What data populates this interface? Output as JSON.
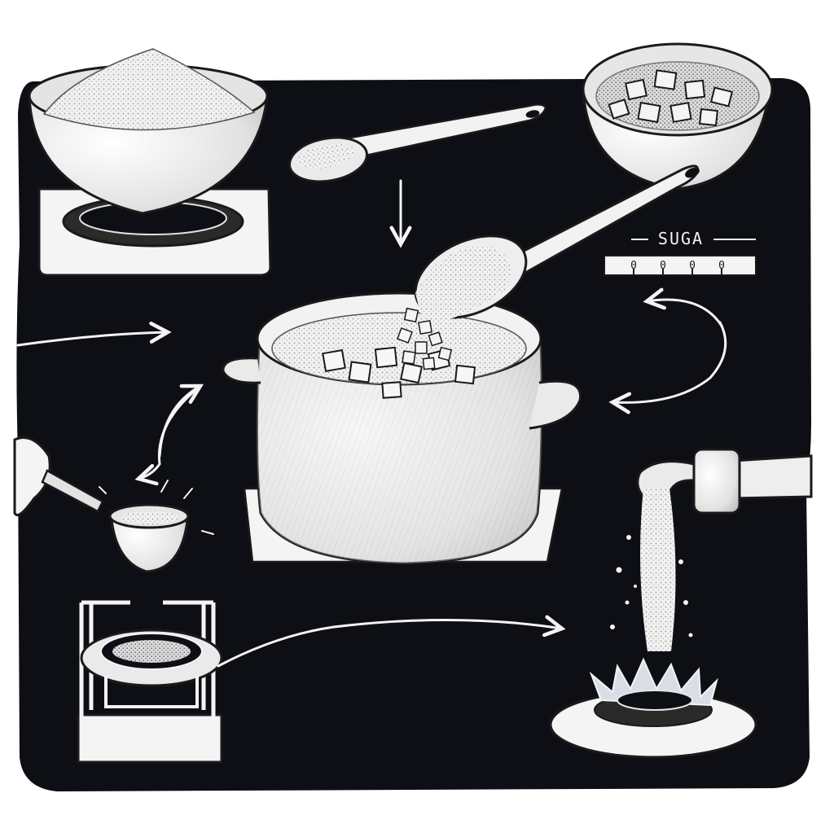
{
  "colors": {
    "background": "#ffffff",
    "panel": "#0d0f14",
    "ink": "#1a1a1a",
    "chalk": "#f4f4f4",
    "porcelain": "#e9e9e9",
    "shadow": "#bdbdbd",
    "flame": "#d8dde6"
  },
  "scale_label": {
    "text": "SUGA"
  },
  "scale_ticks": [
    0,
    0,
    0,
    0
  ],
  "icons": [
    "sugar-bowl-on-burner-icon",
    "measuring-spoon-icon",
    "sugar-cubes-bowl-icon",
    "cooking-pot-icon",
    "large-spoon-icon",
    "measuring-cup-icon",
    "portable-burner-icon",
    "faucet-pouring-icon",
    "gas-flame-icon",
    "arrow-icon"
  ]
}
